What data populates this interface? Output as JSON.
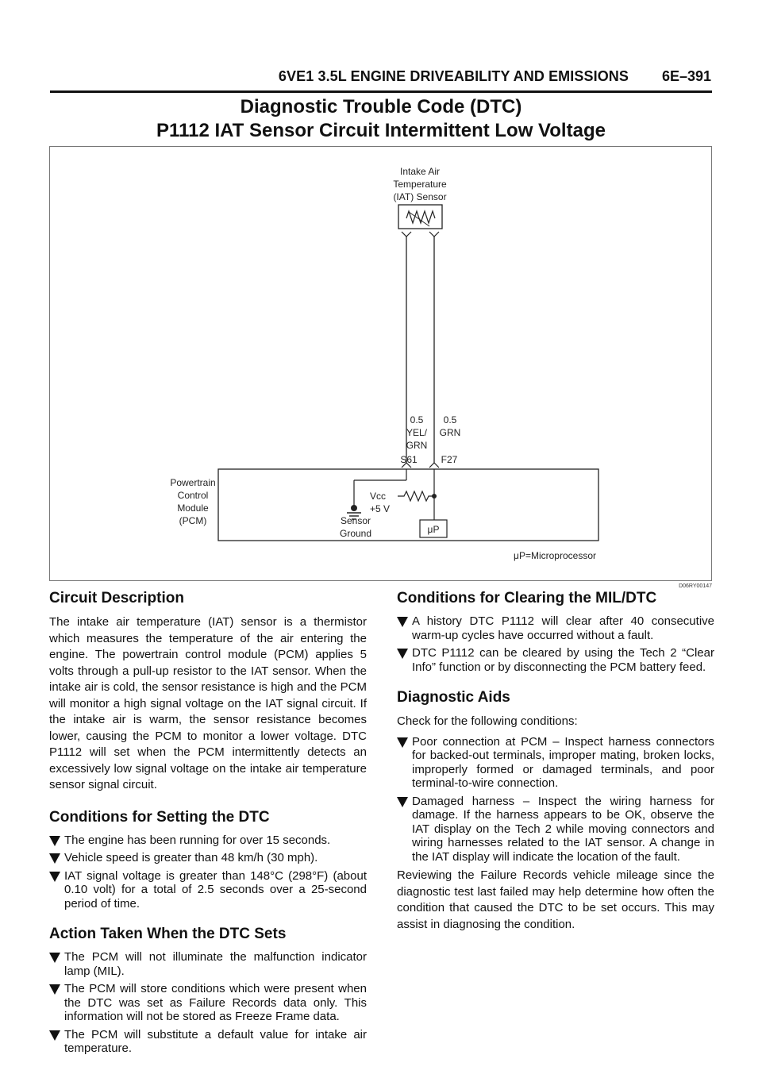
{
  "header": {
    "title": "6VE1 3.5L ENGINE DRIVEABILITY AND EMISSIONS",
    "page": "6E–391"
  },
  "title": {
    "line1": "Diagnostic Trouble Code (DTC)",
    "line2": "P1112 IAT Sensor Circuit Intermittent Low Voltage"
  },
  "diagram": {
    "sensor_label": [
      "Intake Air",
      "Temperature",
      "(IAT) Sensor"
    ],
    "wire1": [
      "0.5",
      "YEL/",
      "GRN"
    ],
    "wire2": [
      "0.5",
      "GRN"
    ],
    "pin1": "S61",
    "pin2": "F27",
    "pcm_label": [
      "Powertrain",
      "Control",
      "Module",
      "(PCM)"
    ],
    "vcc": [
      "Vcc",
      "+5 V"
    ],
    "ground": [
      "Sensor",
      "Ground"
    ],
    "micro": "μP",
    "micro_legend": "μP=Microprocessor",
    "figure_code": "D06RY00147"
  },
  "circuit_description": {
    "heading": "Circuit Description",
    "text": "The intake air temperature (IAT) sensor is a thermistor which measures the temperature of the air entering the engine. The powertrain control module (PCM) applies 5 volts through a pull-up resistor to the IAT sensor. When the intake air is cold, the sensor resistance is high and the PCM will monitor a high signal voltage on the IAT signal circuit. If the intake air is warm, the sensor resistance becomes lower, causing the PCM to monitor a lower voltage. DTC P1112 will set when the PCM intermittently detects an excessively low signal voltage on the intake air temperature sensor signal circuit."
  },
  "conditions_setting": {
    "heading": "Conditions for Setting the DTC",
    "items": [
      "The engine has been running for over 15 seconds.",
      "Vehicle speed is greater than 48 km/h (30 mph).",
      "IAT signal voltage is greater than 148°C (298°F) (about 0.10 volt) for a total of 2.5 seconds over a 25-second period of time."
    ]
  },
  "action_taken": {
    "heading": "Action Taken When the DTC Sets",
    "items": [
      "The PCM will not illuminate the malfunction indicator lamp (MIL).",
      "The PCM will store conditions which were present when the DTC was set as Failure Records data only. This information will not be stored as Freeze Frame data.",
      "The PCM will substitute a default value for intake air temperature."
    ]
  },
  "conditions_clearing": {
    "heading": "Conditions for Clearing the MIL/DTC",
    "items": [
      "A history DTC P1112 will clear after 40 consecutive warm-up cycles have occurred without a fault.",
      "DTC P1112 can be cleared by using the Tech 2 “Clear Info” function or by disconnecting the PCM battery feed."
    ]
  },
  "diagnostic_aids": {
    "heading": "Diagnostic Aids",
    "intro": "Check for the following conditions:",
    "items": [
      "Poor connection at PCM – Inspect harness connectors for backed-out terminals, improper mating, broken locks, improperly formed or damaged terminals, and poor terminal-to-wire connection.",
      "Damaged harness – Inspect the wiring harness for damage. If the harness appears to be OK, observe the IAT display on the Tech 2 while moving connectors and wiring harnesses related to the IAT sensor. A change in the IAT display will indicate the location of the fault."
    ],
    "closing": "Reviewing the Failure Records vehicle mileage since the diagnostic test last failed may help determine how often the condition that caused the DTC to be set occurs. This may assist in diagnosing the condition."
  }
}
